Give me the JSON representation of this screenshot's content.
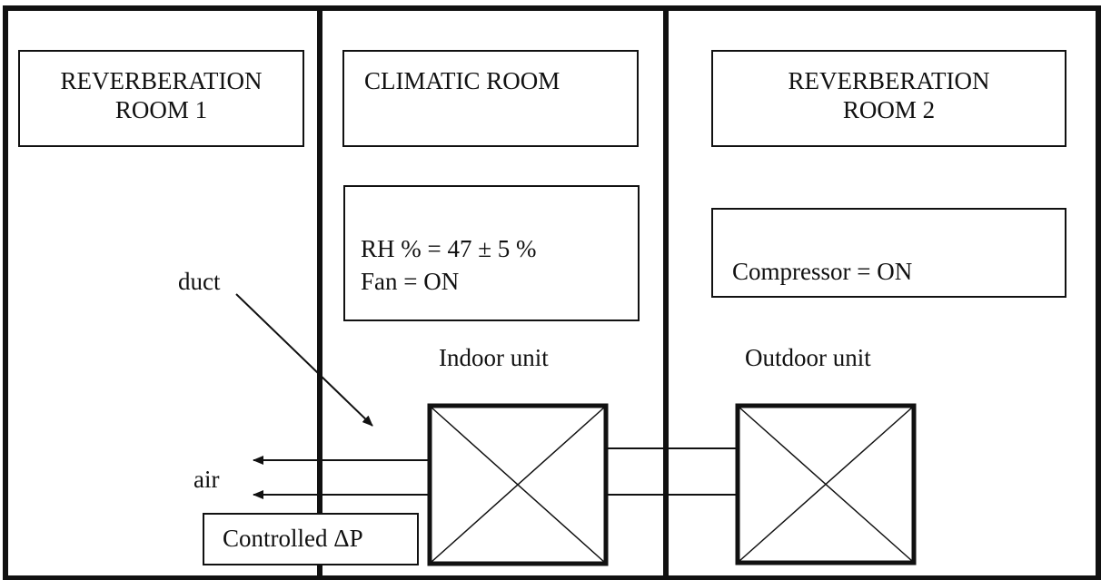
{
  "rooms": {
    "left": {
      "title_line1": "REVERBERATION",
      "title_line2": "ROOM 1"
    },
    "middle": {
      "title": "CLIMATIC ROOM"
    },
    "right": {
      "title_line1": "REVERBERATION",
      "title_line2": "ROOM 2"
    }
  },
  "indoor_conditions": {
    "humidity": "RH % = 47 ± 5 %",
    "fan": "Fan = ON"
  },
  "outdoor_conditions": {
    "compressor": "Compressor = ON"
  },
  "units": {
    "indoor": "Indoor unit",
    "outdoor": "Outdoor unit"
  },
  "labels": {
    "duct": "duct",
    "air": "air",
    "pressure": "Controlled ΔP"
  },
  "colors": {
    "line": "#111111",
    "background": "#ffffff"
  }
}
